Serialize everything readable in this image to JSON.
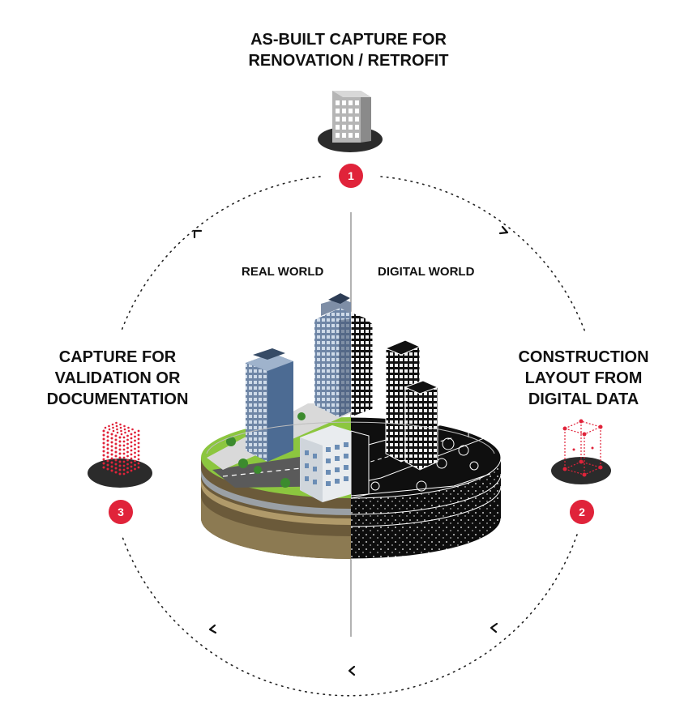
{
  "colors": {
    "accent": "#e0233a",
    "dark": "#1a1a1a",
    "text": "#111111"
  },
  "top": {
    "line1": "AS-BUILT CAPTURE FOR",
    "line2": "RENOVATION / RETROFIT",
    "badge": "1"
  },
  "right": {
    "line1": "CONSTRUCTION",
    "line2": "LAYOUT FROM",
    "line3": "DIGITAL DATA",
    "badge": "2"
  },
  "left": {
    "line1": "CAPTURE FOR",
    "line2": "VALIDATION OR",
    "line3": "DOCUMENTATION",
    "badge": "3"
  },
  "worlds": {
    "real": "REAL WORLD",
    "digital": "DIGITAL WORLD"
  },
  "icons": {
    "top": "building-icon",
    "right": "wireframe-box-icon",
    "left": "point-cloud-cube-icon",
    "center": "city-disc-illustration"
  }
}
